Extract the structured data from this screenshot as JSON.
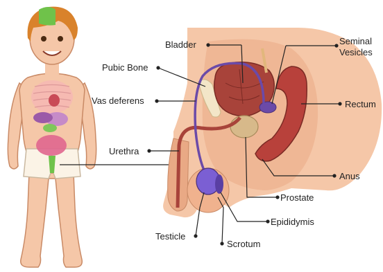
{
  "labels": {
    "bladder": "Bladder",
    "seminal_vesicles_line1": "Seminal",
    "seminal_vesicles_line2": "Vesicles",
    "pubic_bone": "Pubic Bone",
    "vas_deferens": "Vas deferens",
    "rectum": "Rectum",
    "urethra": "Urethra",
    "anus": "Anus",
    "prostate": "Prostate",
    "epididymis": "Epididymis",
    "testicle": "Testicle",
    "scrotum": "Scrotum"
  },
  "colors": {
    "skin": "#f5c7a8",
    "skin_dark": "#e9a985",
    "hair": "#d9822b",
    "hair_highlight": "#6fc24a",
    "bladder": "#a8433a",
    "rectum": "#b8413b",
    "vas_deferens": "#6b4aa8",
    "testicle": "#7b5fd3",
    "prostate": "#d7b98a",
    "bone": "#f3e6c8",
    "shorts": "#fbf3e6",
    "leader_line": "#222222"
  }
}
